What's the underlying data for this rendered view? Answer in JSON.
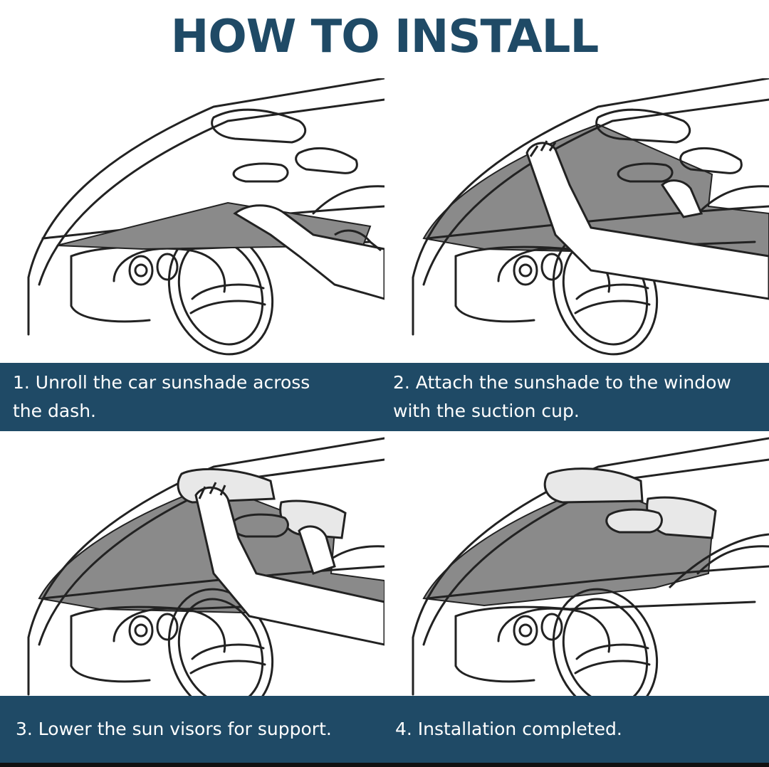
{
  "title": "HOW TO INSTALL",
  "colors": {
    "accent": "#1f4a66",
    "shade": "#8a8a8a",
    "caption_text": "#ffffff"
  },
  "steps": [
    {
      "caption": "1. Unroll the car sunshade across\nthe dash."
    },
    {
      "caption": "2. Attach the sunshade to the window\nwith the suction cup."
    },
    {
      "caption": "3. Lower the sun visors for support."
    },
    {
      "caption": "4. Installation completed."
    }
  ]
}
